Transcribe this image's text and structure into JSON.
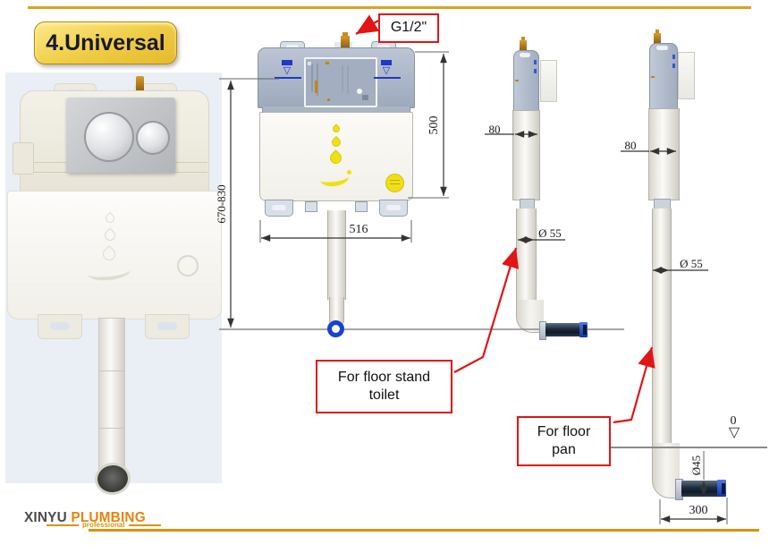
{
  "title": "4.Universal",
  "callouts": {
    "inlet_thread": "G1/2\"",
    "floor_stand": "For floor stand toilet",
    "floor_pan": "For floor pan"
  },
  "front_view": {
    "install_height_range": "670-830",
    "tank_height": "500",
    "tank_width": "516"
  },
  "floor_stand_view": {
    "tank_depth": "80",
    "flush_pipe_diameter": "Ø 55"
  },
  "floor_pan_view": {
    "tank_depth": "80",
    "flush_pipe_diameter": "Ø 55",
    "outlet_diameter": "Ø45",
    "outlet_length": "300",
    "floor_level": "0"
  },
  "icons": {
    "water_level_triangle": "▽",
    "zero_level_triangle": "▽"
  },
  "logo": {
    "brand_primary": "XINYU",
    "brand_secondary": "PLUMBING",
    "tagline": "professional"
  },
  "colors": {
    "accent_gold": "#d9a51b",
    "callout_red": "#e21414",
    "level_symbol_blue": "#2236c8",
    "drop_yellow": "#f0e013",
    "outlet_cap_blue": "#1f55d4"
  }
}
